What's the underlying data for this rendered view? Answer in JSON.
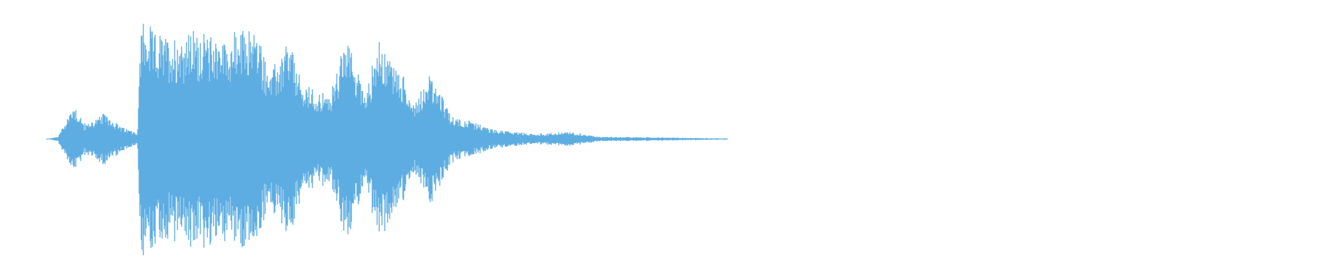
{
  "waveform": {
    "color": "#5dade2",
    "background": "#ffffff",
    "description_of_shape": {
      "envelope": [
        {
          "t": 0.0,
          "amp": 0.0
        },
        {
          "t": 0.01,
          "amp": 0.02
        },
        {
          "t": 0.025,
          "amp": 0.3
        },
        {
          "t": 0.035,
          "amp": 0.12
        },
        {
          "t": 0.055,
          "amp": 0.22
        },
        {
          "t": 0.07,
          "amp": 0.1
        },
        {
          "t": 0.085,
          "amp": 0.05
        },
        {
          "t": 0.088,
          "amp": 0.95
        },
        {
          "t": 0.11,
          "amp": 0.85
        },
        {
          "t": 0.14,
          "amp": 0.9
        },
        {
          "t": 0.17,
          "amp": 0.85
        },
        {
          "t": 0.195,
          "amp": 0.95
        },
        {
          "t": 0.21,
          "amp": 0.55
        },
        {
          "t": 0.228,
          "amp": 0.8
        },
        {
          "t": 0.24,
          "amp": 0.45
        },
        {
          "t": 0.265,
          "amp": 0.35
        },
        {
          "t": 0.282,
          "amp": 0.85
        },
        {
          "t": 0.3,
          "amp": 0.4
        },
        {
          "t": 0.312,
          "amp": 0.82
        },
        {
          "t": 0.33,
          "amp": 0.6
        },
        {
          "t": 0.345,
          "amp": 0.3
        },
        {
          "t": 0.36,
          "amp": 0.55
        },
        {
          "t": 0.38,
          "amp": 0.2
        },
        {
          "t": 0.42,
          "amp": 0.08
        },
        {
          "t": 0.46,
          "amp": 0.04
        },
        {
          "t": 0.49,
          "amp": 0.06
        },
        {
          "t": 0.52,
          "amp": 0.02
        },
        {
          "t": 0.6,
          "amp": 0.01
        },
        {
          "t": 0.64,
          "amp": 0.005
        }
      ]
    }
  }
}
